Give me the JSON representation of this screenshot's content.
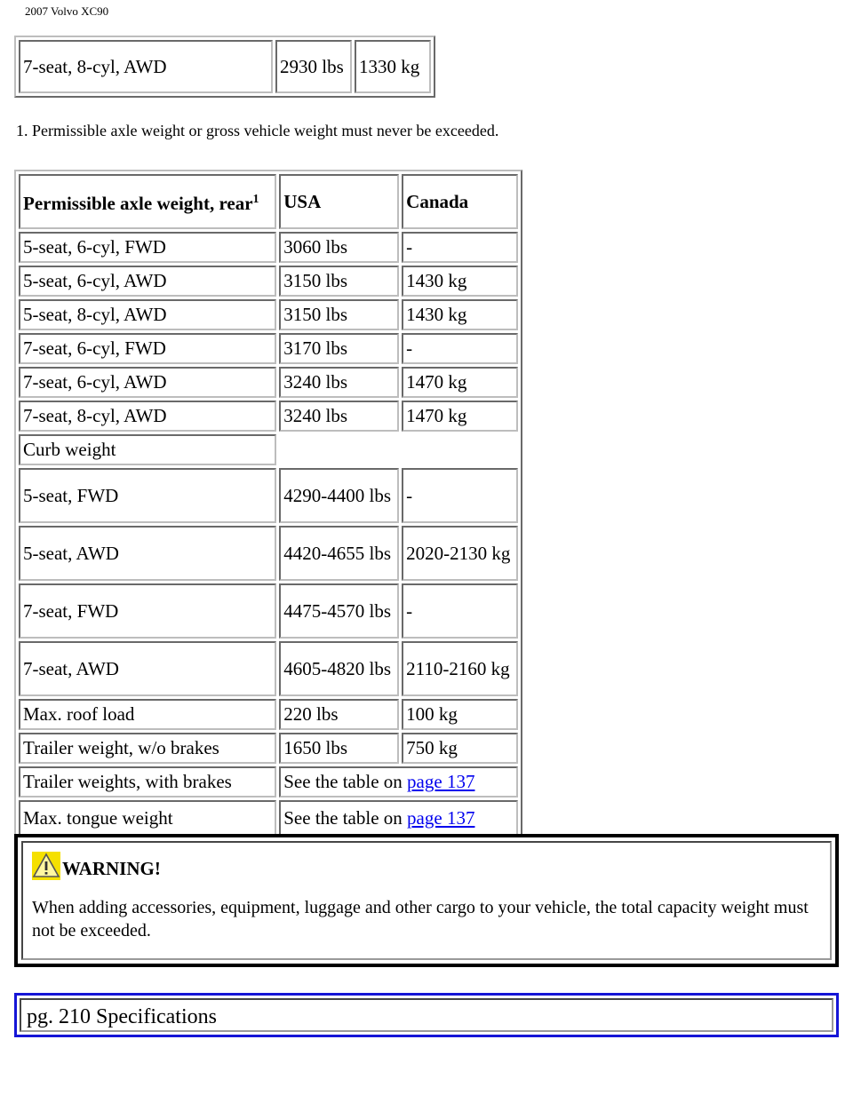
{
  "header": {
    "title": "2007 Volvo XC90"
  },
  "top_table": {
    "rows": [
      {
        "model": "7-seat, 8-cyl, AWD",
        "usa": "2930 lbs",
        "canada": "1330 kg"
      }
    ]
  },
  "footnote": "1. Permissible axle weight or gross vehicle weight must never be exceeded.",
  "main_table": {
    "header": {
      "label": "Permissible axle weight, rear",
      "sup": "1",
      "usa": "USA",
      "canada": "Canada"
    },
    "axle_rows": [
      {
        "model": "5-seat, 6-cyl, FWD",
        "usa": "3060 lbs",
        "canada": "-"
      },
      {
        "model": "5-seat, 6-cyl, AWD",
        "usa": "3150 lbs",
        "canada": "1430 kg"
      },
      {
        "model": "5-seat, 8-cyl, AWD",
        "usa": "3150 lbs",
        "canada": "1430 kg"
      },
      {
        "model": "7-seat, 6-cyl, FWD",
        "usa": "3170 lbs",
        "canada": "-"
      },
      {
        "model": "7-seat, 6-cyl, AWD",
        "usa": "3240 lbs",
        "canada": "1470 kg"
      },
      {
        "model": "7-seat, 8-cyl, AWD",
        "usa": "3240 lbs",
        "canada": "1470 kg"
      }
    ],
    "curb_label": "Curb weight",
    "curb_rows": [
      {
        "model": "5-seat, FWD",
        "usa": "4290-4400 lbs",
        "canada": "-"
      },
      {
        "model": "5-seat, AWD",
        "usa": "4420-4655 lbs",
        "canada": "2020-2130 kg"
      },
      {
        "model": "7-seat, FWD",
        "usa": "4475-4570 lbs",
        "canada": "-"
      },
      {
        "model": "7-seat, AWD",
        "usa": "4605-4820 lbs",
        "canada": "2110-2160 kg"
      }
    ],
    "other_rows": [
      {
        "model": "Max. roof load",
        "usa": "220 lbs",
        "canada": "100 kg"
      },
      {
        "model": "Trailer weight, w/o brakes",
        "usa": "1650 lbs",
        "canada": "750 kg"
      }
    ],
    "link_rows": [
      {
        "model": "Trailer weights, with brakes",
        "prefix": "See the table on ",
        "link": "page 137"
      },
      {
        "model": "Max. tongue weight",
        "prefix": "See the table on ",
        "link": "page 137"
      }
    ]
  },
  "warning": {
    "title": "WARNING!",
    "text": "When adding accessories, equipment, luggage and other cargo to your vehicle, the total capacity weight must not be exceeded."
  },
  "footer": {
    "text": "pg. 210 Specifications"
  }
}
